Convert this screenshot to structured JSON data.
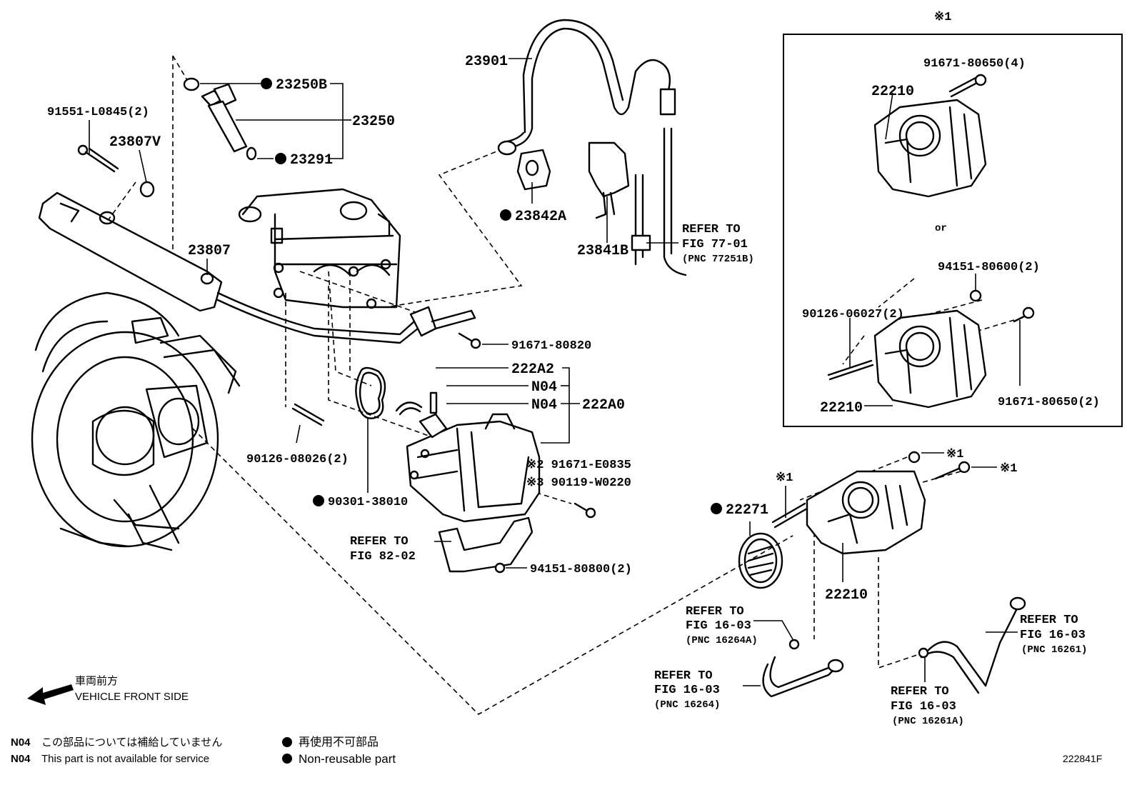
{
  "diagram_code": "222841F",
  "front_side": {
    "jp": "車両前方",
    "en": "VEHICLE FRONT SIDE"
  },
  "legend": {
    "n04_code": "N04",
    "n04_jp": "この部品については補給していません",
    "n04_en": "This part is not available for service",
    "nonreusable_jp": "再使用不可部品",
    "nonreusable_en": "Non-reusable part"
  },
  "parts": {
    "p23250B": "23250B",
    "p23250": "23250",
    "p23291": "23291",
    "p91551": "91551-L0845(2)",
    "p23807V": "23807V",
    "p23807": "23807",
    "p23901": "23901",
    "p23842A": "23842A",
    "p23841B": "23841B",
    "p91671_80820": "91671-80820",
    "p222A2": "222A2",
    "n04_a": "N04",
    "n04_b": "N04",
    "p222A0": "222A0",
    "p91671_E0835": "※2 91671-E0835",
    "p90119": "※3 90119-W0220",
    "p90126_08026": "90126-08026(2)",
    "p90301": "90301-38010",
    "p94151_80800": "94151-80800(2)",
    "p22271": "22271",
    "p22210_main": "22210",
    "mark1_a": "※1",
    "mark1_b": "※1",
    "mark1_c": "※1"
  },
  "refers": {
    "fig77": {
      "l1": "REFER TO",
      "l2": "FIG 77-01",
      "l3": "(PNC 77251B)"
    },
    "fig82": {
      "l1": "REFER TO",
      "l2": "FIG 82-02"
    },
    "fig16a": {
      "l1": "REFER TO",
      "l2": "FIG 16-03",
      "l3": "(PNC 16264A)"
    },
    "fig16b": {
      "l1": "REFER TO",
      "l2": "FIG 16-03",
      "l3": "(PNC 16264)"
    },
    "fig16c": {
      "l1": "REFER TO",
      "l2": "FIG 16-03",
      "l3": "(PNC 16261)"
    },
    "fig16d": {
      "l1": "REFER TO",
      "l2": "FIG 16-03",
      "l3": "(PNC 16261A)"
    }
  },
  "inset": {
    "mark": "※1",
    "p91671_80650_4": "91671-80650(4)",
    "p22210_a": "22210",
    "or_text": "or",
    "p94151_80600": "94151-80600(2)",
    "p90126_06027": "90126-06027(2)",
    "p22210_b": "22210",
    "p91671_80650_2": "91671-80650(2)"
  }
}
